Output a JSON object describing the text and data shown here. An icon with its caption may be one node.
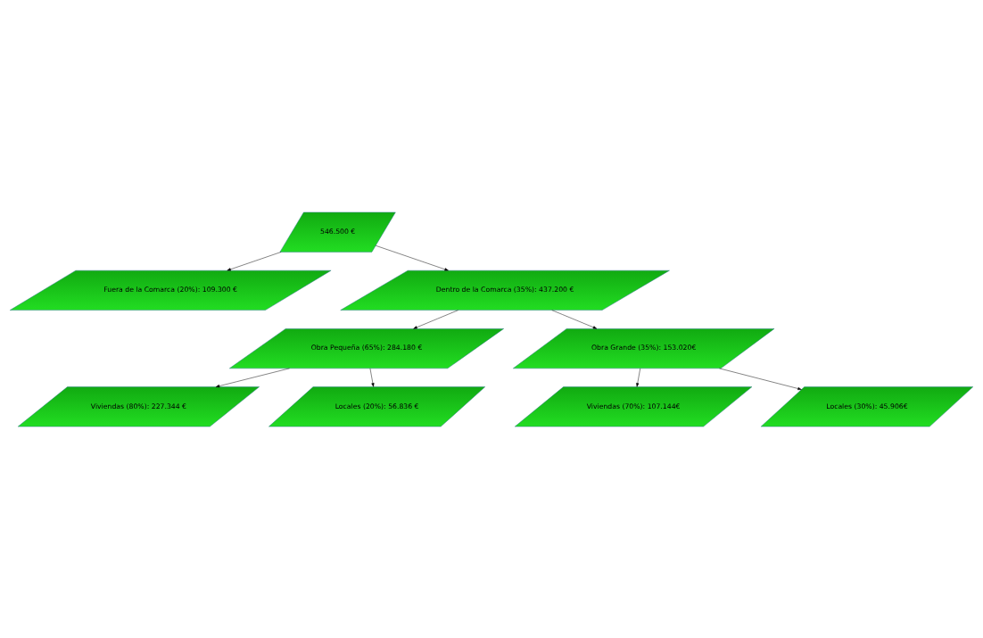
{
  "diagram": {
    "nodes": [
      {
        "text": [
          "546.500 €"
        ]
      },
      {
        "text": [
          "Fuera de la Comarca (20%): 109.300 €"
        ]
      },
      {
        "text": [
          "Dentro de la Comarca (35%): 437.200 €"
        ]
      },
      {
        "text": [
          "Obra Pequeña (65%): 284.180 €"
        ]
      },
      {
        "text": [
          "Obra Grande (35%): 153.020€"
        ]
      },
      {
        "text": [
          "Viviendas (80%): 227.344 €"
        ]
      },
      {
        "text": [
          "Locales (20%): 56.836 €"
        ]
      },
      {
        "text": [
          "Viviendas (70%): 107.144€"
        ]
      },
      {
        "text": [
          "Locales (30%): 45.906€"
        ]
      }
    ],
    "edges": [
      {
        "from": 0,
        "to": 1,
        "arrow": "to"
      },
      {
        "from": 0,
        "to": 2,
        "arrow": "to"
      },
      {
        "from": 2,
        "to": 3,
        "arrow": "to"
      },
      {
        "from": 2,
        "to": 4,
        "arrow": "to"
      },
      {
        "from": 3,
        "to": 5,
        "arrow": "to"
      },
      {
        "from": 3,
        "to": 6,
        "arrow": "to"
      },
      {
        "from": 4,
        "to": 7,
        "arrow": "to"
      },
      {
        "from": 4,
        "to": 8,
        "arrow": "to"
      }
    ]
  }
}
